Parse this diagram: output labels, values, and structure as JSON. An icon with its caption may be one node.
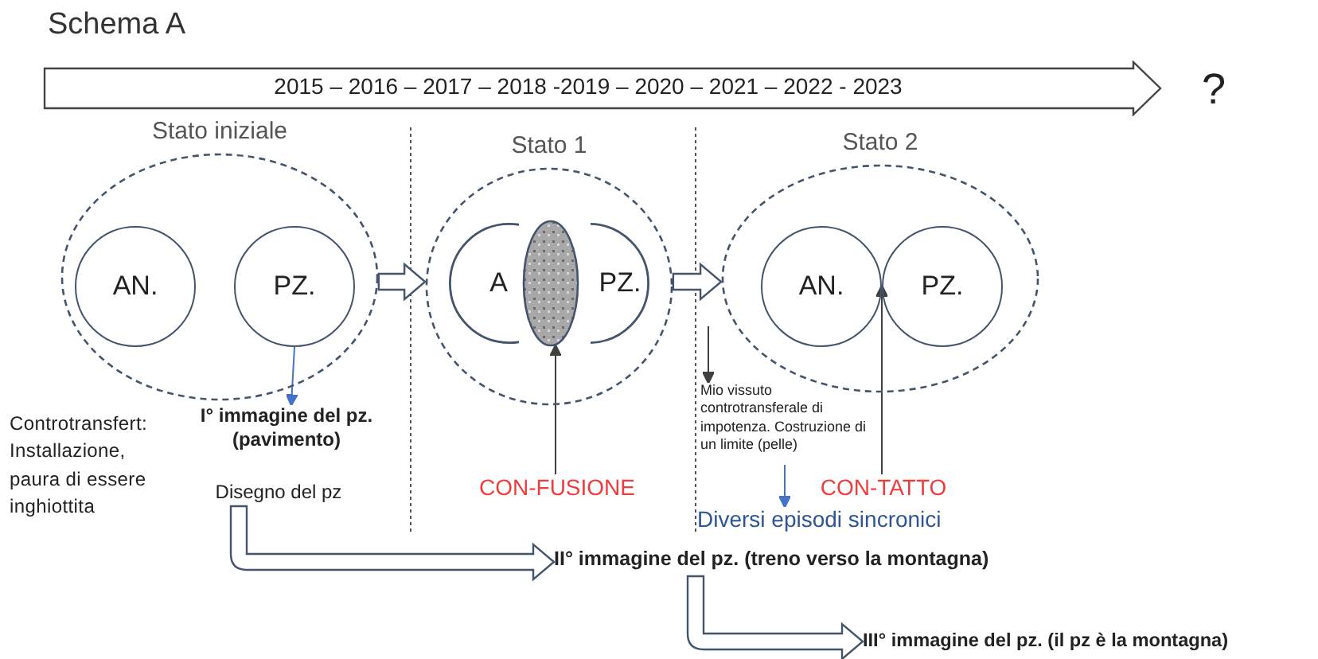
{
  "diagram": {
    "title": "Schema A",
    "nodes": [
      {
        "text": [
          "2015 – 2016 – 2017 – 2018 -2019 – 2020 – 2021 – 2022 - 2023"
        ]
      },
      {
        "text": [
          "Stato iniziale"
        ]
      },
      {
        "text": [
          "AN."
        ],
        "in": 1
      },
      {
        "text": [
          "PZ."
        ],
        "in": 1
      },
      {
        "text": [
          "Stato 1"
        ]
      },
      {
        "text": [
          "A"
        ],
        "in": 4
      },
      {
        "text": [
          "PZ."
        ],
        "in": 4
      },
      {
        "text": [],
        "shape": "ellipse",
        "in": 4
      },
      {
        "text": [
          "Stato 2"
        ]
      },
      {
        "text": [
          "AN."
        ],
        "in": 8
      },
      {
        "text": [
          "PZ."
        ],
        "in": 8
      },
      {
        "text": [
          "I° immagine del pz. (pavimento)"
        ]
      },
      {
        "text": [
          "Disegno del pz"
        ]
      },
      {
        "text": [
          "CON-FUSIONE"
        ]
      },
      {
        "text": [
          "Mio vissuto controtransferale di impotenza. Costruzione di un limite (pelle)"
        ]
      },
      {
        "text": [
          "CON-TATTO"
        ]
      },
      {
        "text": [
          "Diversi episodi sincronici"
        ]
      },
      {
        "text": [
          "II° immagine del pz. (treno verso la montagna)"
        ]
      },
      {
        "text": [
          "III° immagine del pz. (il pz è la montagna)"
        ]
      }
    ],
    "edges": [
      {
        "from": 1,
        "to": 4,
        "arrow": "to",
        "style": "thick"
      },
      {
        "from": 4,
        "to": 8,
        "arrow": "to",
        "style": "thick"
      },
      {
        "from": 3,
        "to": 11,
        "arrow": "to",
        "color": "#4472c4"
      },
      {
        "from": 13,
        "to": 7,
        "arrow": "to"
      },
      {
        "from": null,
        "to": 14,
        "arrow": "to"
      },
      {
        "from": 15,
        "to": 9,
        "arrow": "to"
      },
      {
        "from": 14,
        "to": 16,
        "arrow": "to",
        "color": "#4472c4"
      },
      {
        "from": 12,
        "to": 17,
        "arrow": "to",
        "style": "thick"
      },
      {
        "from": 17,
        "to": 18,
        "arrow": "to",
        "style": "thick"
      }
    ],
    "labels": [
      "?",
      "Controtransfert: Installazione, paura di essere inghiottita"
    ]
  }
}
